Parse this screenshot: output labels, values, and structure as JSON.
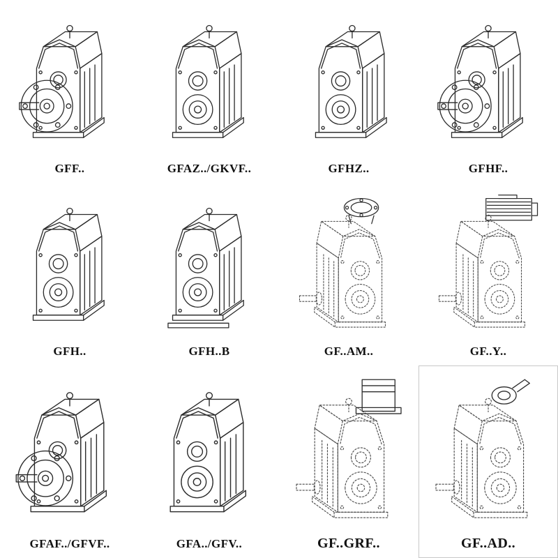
{
  "page": {
    "background": "#ffffff",
    "line_color": "#2b2b2b",
    "label_color": "#111111"
  },
  "catalog": {
    "items": [
      {
        "label": "GFF..",
        "icon": "gearbox-output-flange-icon",
        "style": "solid"
      },
      {
        "label": "GFAZ../GKVF..",
        "icon": "gearbox-shaft-mounted-icon",
        "style": "solid"
      },
      {
        "label": "GFHZ..",
        "icon": "gearbox-hollow-shaft-icon",
        "style": "solid"
      },
      {
        "label": "GFHF..",
        "icon": "gearbox-hollow-flange-icon",
        "style": "solid"
      },
      {
        "label": "GFH..",
        "icon": "gearbox-hollow-icon",
        "style": "solid"
      },
      {
        "label": "GFH..B",
        "icon": "gearbox-foot-mounted-icon",
        "style": "solid"
      },
      {
        "label": "GF..AM..",
        "icon": "gearbox-iec-adapter-icon",
        "style": "dashed"
      },
      {
        "label": "GF..Y..",
        "icon": "gearbox-with-motor-icon",
        "style": "dashed"
      },
      {
        "label": "GFAF../GFVF..",
        "icon": "gearbox-output-flange-icon",
        "style": "solid"
      },
      {
        "label": "GFA../GFV..",
        "icon": "gearbox-shaft-mounted-icon",
        "style": "solid"
      },
      {
        "label": "GF..GRF..",
        "icon": "gearbox-cover-box-icon",
        "style": "dashed"
      },
      {
        "label": "GF..AD..",
        "icon": "gearbox-shaft-adapter-icon",
        "style": "dashed"
      }
    ]
  }
}
